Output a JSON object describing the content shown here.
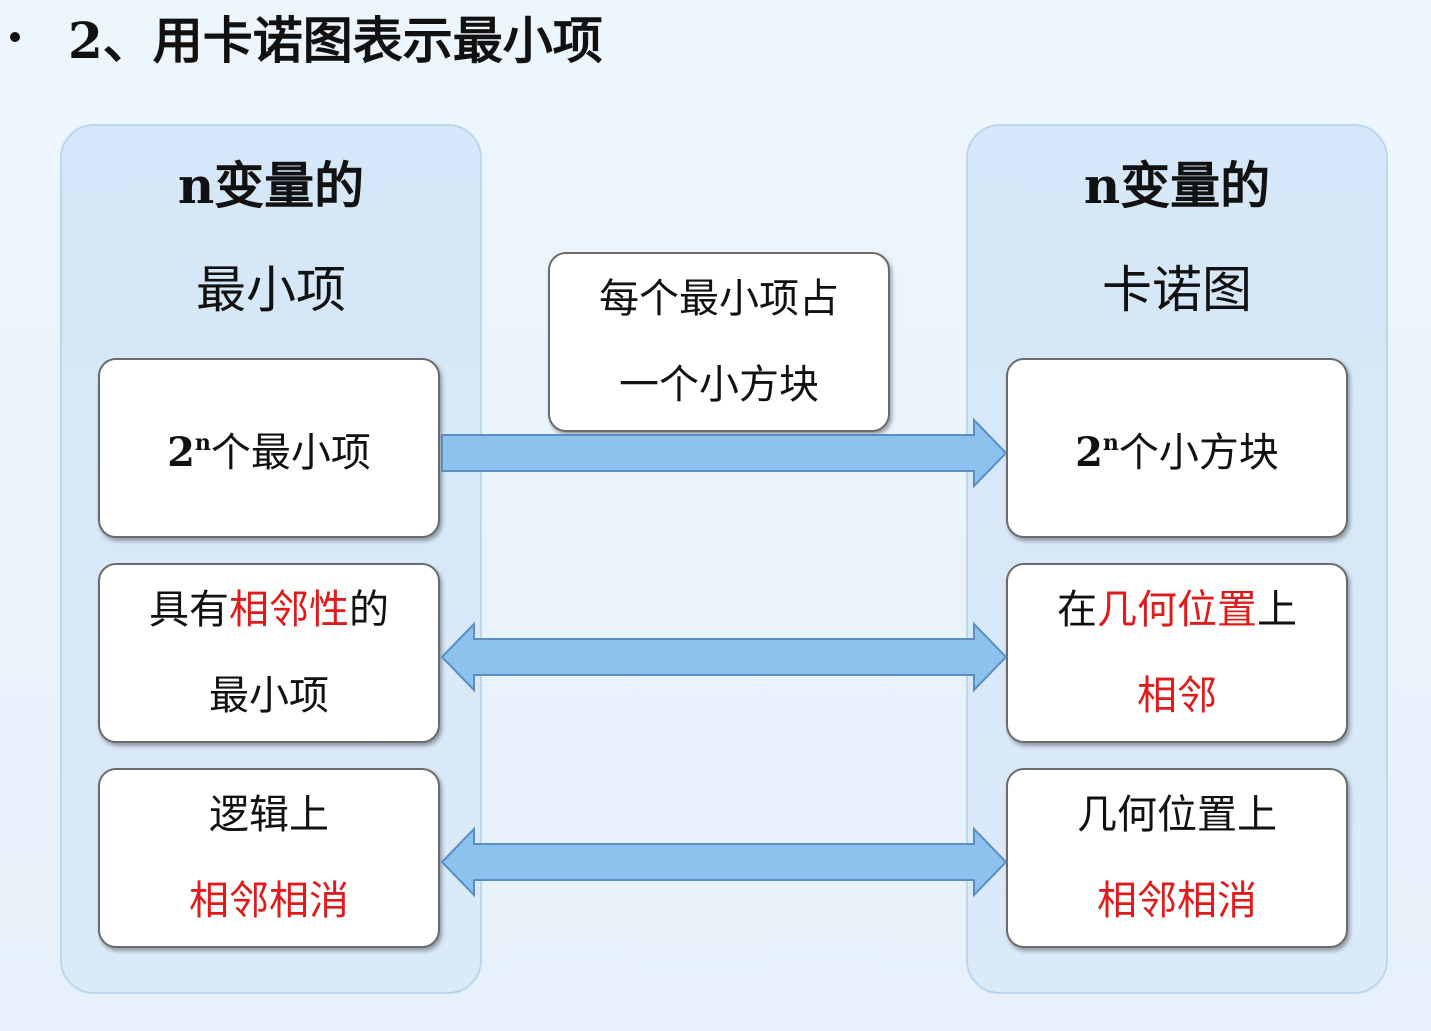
{
  "heading": {
    "bullet": "•",
    "text": "2、用卡诺图表示最小项"
  },
  "left_panel": {
    "title_line1": "n变量的",
    "title_line2": "最小项",
    "box1": {
      "base": "2",
      "sup": "n",
      "rest": "个最小项"
    },
    "box2": {
      "line1_pre": "具有",
      "line1_red": "相邻性",
      "line1_post": "的",
      "line2": "最小项"
    },
    "box3": {
      "line1": "逻辑上",
      "line2_red": "相邻相消"
    }
  },
  "middle_box": {
    "line1": "每个最小项占",
    "line2": "一个小方块"
  },
  "right_panel": {
    "title_line1": "n变量的",
    "title_line2": "卡诺图",
    "box1": {
      "base": "2",
      "sup": "n",
      "rest": "个小方块"
    },
    "box2": {
      "line1_pre": "在",
      "line1_red": "几何位置",
      "line1_post": "上",
      "line2_red": "相邻"
    },
    "box3": {
      "line1": "几何位置上",
      "line2_red": "相邻相消"
    }
  },
  "colors": {
    "arrow_fill": "#8dc1ee",
    "arrow_stroke": "#5b8fc4",
    "highlight_red": "#e01b1b",
    "panel_fill": "#d6e8f8"
  }
}
